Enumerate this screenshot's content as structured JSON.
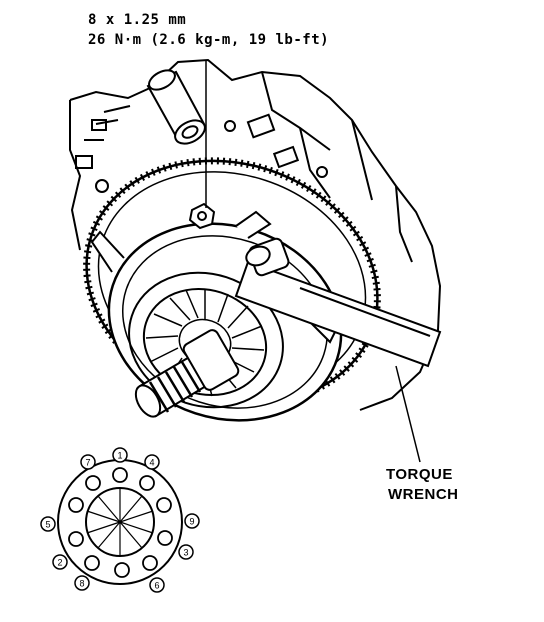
{
  "specification": {
    "thread_size": "8 x 1.25 mm",
    "torque": "26 N·m (2.6 kg-m, 19 lb-ft)"
  },
  "callout": {
    "line1": "TORQUE",
    "line2": "WRENCH"
  },
  "sequence_labels": [
    "1",
    "2",
    "3",
    "4",
    "5",
    "6",
    "7",
    "8",
    "9"
  ],
  "colors": {
    "ink": "#000000",
    "paper": "#ffffff"
  }
}
